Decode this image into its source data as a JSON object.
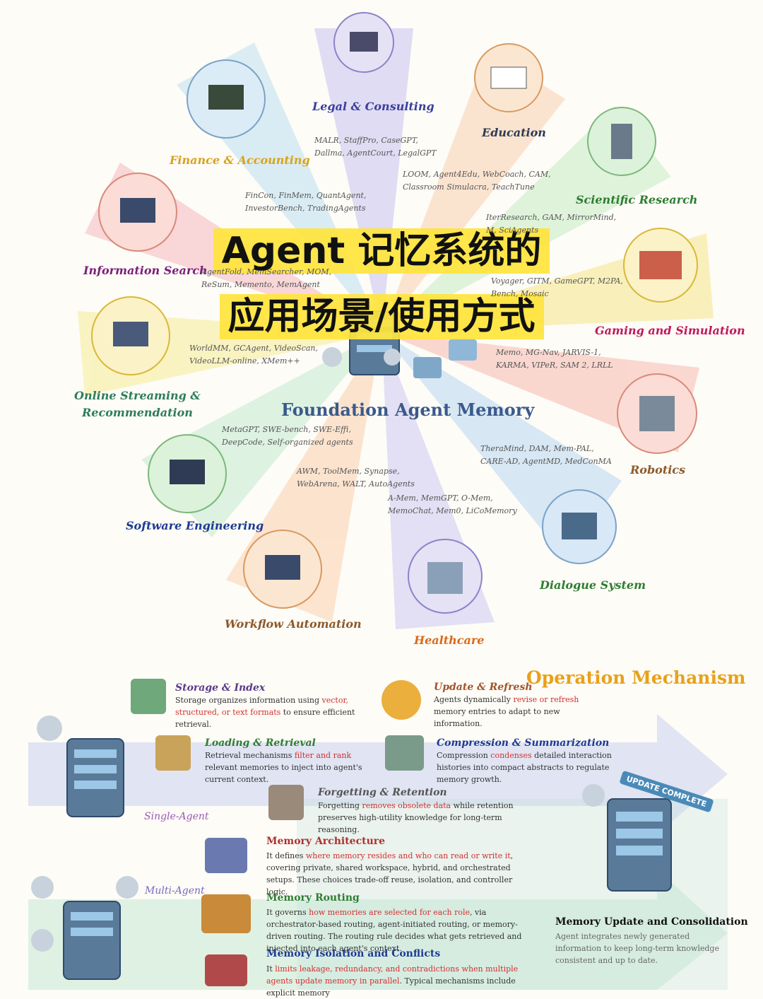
{
  "title": {
    "line1": "Agent 记忆系统的",
    "line2": "应用场景/使用方式"
  },
  "center_label": "Foundation Agent Memory",
  "domains": [
    {
      "name": "Legal & Consulting",
      "examples": "MALR, StaffPro, CaseGPT,\nDallma, AgentCourt, LegalGPT",
      "color": "#3a3f9e"
    },
    {
      "name": "Education",
      "examples": "LOOM, Agent4Edu, WebCoach, CAM,\nClassroom Simulacra, TeachTune",
      "color": "#2f3b55"
    },
    {
      "name": "Scientific Research",
      "examples": "IterResearch, GAM, MirrorMind,\nM, SciAgents",
      "color": "#2e7d32"
    },
    {
      "name": "Gaming and Simulation",
      "examples": "Voyager, GITM, GameGPT, M2PA,\nBench, Mosaic",
      "color": "#c2185b"
    },
    {
      "name": "Robotics",
      "examples": "Memo, MG-Nav, JARVIS-1,\nKARMA, VIPeR, SAM 2, LRLL",
      "color": "#8d5a2b"
    },
    {
      "name": "Dialogue System",
      "examples": "TheraMind, DAM, Mem-PAL,\nCARE-AD, AgentMD, MedConMA",
      "color": "#2e7d32"
    },
    {
      "name": "Healthcare",
      "examples": "A-Mem, MemGPT, O-Mem,\nMemoChat, Mem0, LiCoMemory",
      "color": "#d86a1a"
    },
    {
      "name": "Workflow Automation",
      "examples": "AWM, ToolMem, Synapse,\nWebArena, WALT, AutoAgents",
      "color": "#8d5a2b"
    },
    {
      "name": "Software Engineering",
      "examples": "MetaGPT, SWE-bench, SWE-Effi,\nDeepCode, Self-organized agents",
      "color": "#1f3a93"
    },
    {
      "name": "Online Streaming & Recommendation",
      "line1": "Online Streaming &",
      "line2": "Recommendation",
      "examples": "WorldMM, GCAgent, VideoScan,\nVideoLLM-online, XMem++",
      "color": "#2e7d5a"
    },
    {
      "name": "Information Search",
      "examples": "AgentFold, MemSearcher, MOM,\nReSum, Memento, MemAgent",
      "color": "#7b1f7a"
    },
    {
      "name": "Finance & Accounting",
      "examples": "FinCon, FinMem, QuantAgent,\nInvestorBench, TradingAgents",
      "color": "#d9a21c"
    }
  ],
  "operation": {
    "title": "Operation Mechanism",
    "single_agent_label": "Single-Agent",
    "multi_agent_label": "Multi-Agent",
    "mechanisms": [
      {
        "name": "Storage & Index",
        "pre": "Storage organizes information using ",
        "hl": "vector, structured, or text formats",
        "post": " to ensure efficient retrieval."
      },
      {
        "name": "Update & Refresh",
        "pre": "Agents dynamically ",
        "hl": "revise or refresh",
        "post": " memory entries to adapt to new information."
      },
      {
        "name": "Loading & Retrieval",
        "pre": "Retrieval mechanisms ",
        "hl": "filter and rank",
        "post": " relevant memories to inject into agent's current context."
      },
      {
        "name": "Compression & Summarization",
        "pre": "Compression ",
        "hl": "condenses",
        "post": " detailed interaction histories into compact abstracts to regulate memory growth."
      },
      {
        "name": "Forgetting & Retention",
        "pre": "Forgetting ",
        "hl": "removes obsolete data",
        "post": " while retention preserves high-utility knowledge for long-term reasoning."
      }
    ],
    "multi": [
      {
        "name": "Memory Architecture",
        "pre": "It defines ",
        "hl": "where memory resides and who can read or write it",
        "post": ", covering private, shared workspace, hybrid, and orchestrated setups. These choices trade-off reuse, isolation, and controller logic."
      },
      {
        "name": "Memory Routing",
        "pre": "It governs ",
        "hl": "how memories are selected for each role",
        "post": ", via orchestrator-based routing, agent-initiated routing, or memory-driven routing. The routing rule decides what gets retrieved and injected into each agent's context."
      },
      {
        "name": "Memory Isolation and Conflicts",
        "pre": "It ",
        "hl": "limits leakage, redundancy, and contradictions when multiple agents update memory in parallel",
        "post": ". Typical mechanisms include explicit memory"
      }
    ],
    "consolidation": {
      "name": "Memory Update and Consolidation",
      "desc": "Agent integrates newly generated information to keep long-term knowledge consistent and up to date."
    },
    "update_banner": "UPDATE COMPLETE"
  }
}
